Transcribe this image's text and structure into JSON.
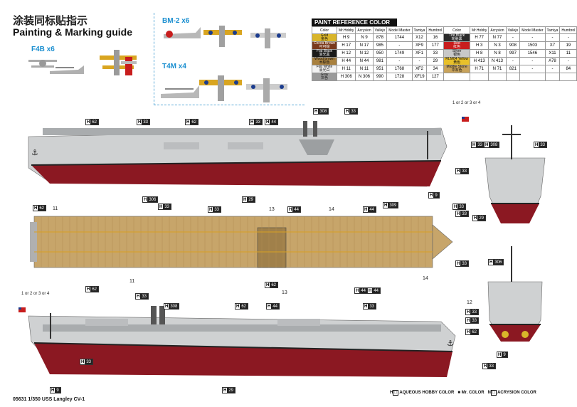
{
  "header": {
    "title_cn": "涂装同标贴指示",
    "title_en": "Painting & Marking guide"
  },
  "aircraft": {
    "f4b": "F4B x6",
    "bm2": "BM-2 x6",
    "t4m": "T4M x4"
  },
  "paint_table": {
    "title": "PAINT  REFERENCE COLOR",
    "headers": [
      "Color",
      "Mr.Hobby",
      "Acrysion",
      "Vallejo",
      "Model Master",
      "Tamiya",
      "Humbrol"
    ],
    "left": [
      {
        "name": "Gold",
        "cn": "金色",
        "swatch": "#d9b52a",
        "mh": "H 9",
        "ac": "N 9",
        "va": "878",
        "mm": "1744",
        "ta": "X12",
        "hu": "16"
      },
      {
        "name": "Cocoa Brown",
        "cn": "可可棕",
        "swatch": "#7a3a1c",
        "mh": "H 17",
        "ac": "N 17",
        "va": "985",
        "mm": "-",
        "ta": "XF9",
        "hu": "177"
      },
      {
        "name": "Flat Black",
        "cn": "消光黑",
        "swatch": "#1a1a1a",
        "mh": "H 12",
        "ac": "N 12",
        "va": "950",
        "mm": "1749",
        "ta": "XF1",
        "hu": "33"
      },
      {
        "name": "Wood brown",
        "cn": "木棕色",
        "swatch": "#a8803e",
        "mh": "H 44",
        "ac": "N 44",
        "va": "981",
        "mm": "-",
        "ta": "-",
        "hu": "29"
      },
      {
        "name": "Flat White",
        "cn": "消光白",
        "swatch": "#f2f2f2",
        "mh": "H 11",
        "ac": "N 11",
        "va": "951",
        "mm": "1768",
        "ta": "XF2",
        "hu": "34"
      },
      {
        "name": "Gray",
        "cn": "灰色",
        "swatch": "#9a9a9a",
        "mh": "H 306",
        "ac": "N 306",
        "va": "990",
        "mm": "1728",
        "ta": "XF19",
        "hu": "127"
      }
    ],
    "right": [
      {
        "name": "Tire Black",
        "cn": "轮胎黑",
        "swatch": "#2a2a2a",
        "mh": "H 77",
        "ac": "N 77",
        "va": "-",
        "mm": "-",
        "ta": "-",
        "hu": "-"
      },
      {
        "name": "Red",
        "cn": "红色",
        "swatch": "#c81d1d",
        "mh": "H 3",
        "ac": "N 3",
        "va": "908",
        "mm": "1503",
        "ta": "X7",
        "hu": "19"
      },
      {
        "name": "Silver",
        "cn": "银色",
        "swatch": "#c8c8c8",
        "mh": "H 8",
        "ac": "N 8",
        "va": "997",
        "mm": "1546",
        "ta": "X11",
        "hu": "11"
      },
      {
        "name": "RLM04 Yellow",
        "cn": "黄色",
        "swatch": "#e8c02a",
        "mh": "H 413",
        "ac": "N 413",
        "va": "-",
        "mm": "-",
        "ta": "A78",
        "hu": "-"
      },
      {
        "name": "Middle Stone",
        "cn": "中石色",
        "swatch": "#c9a35a",
        "mh": "H 71",
        "ac": "N 71",
        "va": "821",
        "mm": "-",
        "ta": "-",
        "hu": "84"
      }
    ]
  },
  "callouts": {
    "h62": "62",
    "h33": "33",
    "h44": "44",
    "h308": "308",
    "h29": "29",
    "h9": "9",
    "h306": "306",
    "h309": "309"
  },
  "part_numbers": {
    "n11": "11",
    "n13": "13",
    "n14": "14",
    "n12": "12"
  },
  "flag_note": "1 or 2 or 3 or 4",
  "footer": {
    "code": "05631",
    "name": "1/350 USS Langley CV-1",
    "legend_h": "AQUEOUS HOBBY COLOR",
    "legend_mr": "Mr. COLOR",
    "legend_n": "ACRYSION COLOR"
  }
}
